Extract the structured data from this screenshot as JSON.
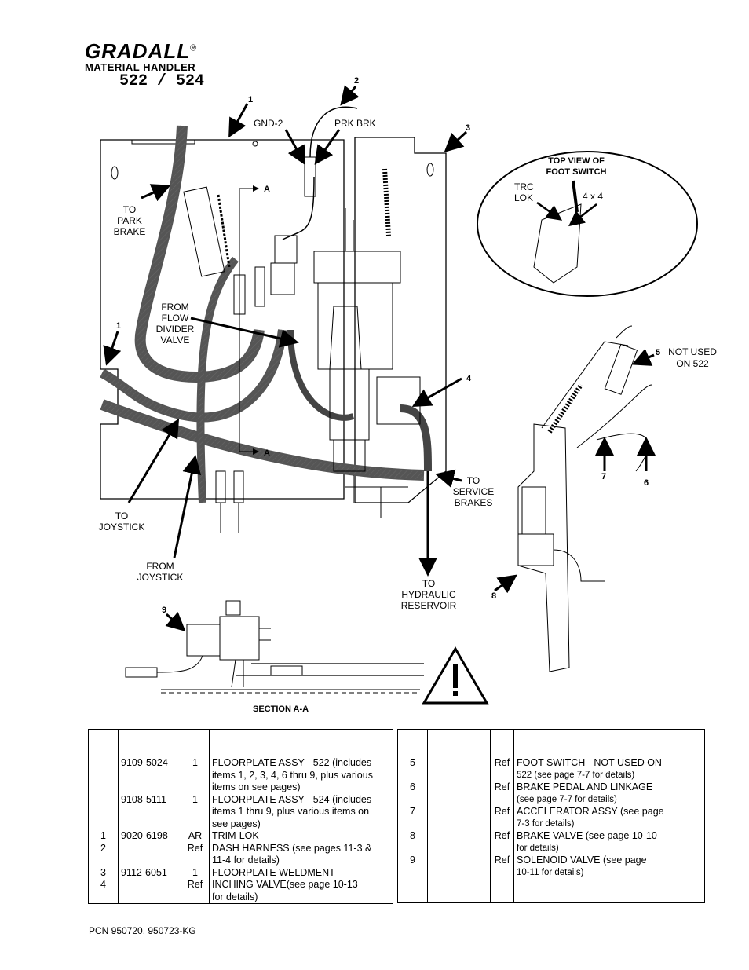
{
  "header": {
    "brand": "GRADALL",
    "registered": "®",
    "subtitle": "MATERIAL HANDLER",
    "model": "522 / 524"
  },
  "diagram": {
    "callouts": [
      "1",
      "2",
      "3",
      "1",
      "4",
      "5",
      "6",
      "7",
      "8",
      "9"
    ],
    "labels": {
      "gnd2": "GND-2",
      "prk_brk": "PRK BRK",
      "to_park_brake": [
        "TO",
        "PARK",
        "BRAKE"
      ],
      "from_flow_divider": [
        "FROM",
        "FLOW",
        "DIVIDER",
        "VALVE"
      ],
      "to_joystick": [
        "TO",
        "JOYSTICK"
      ],
      "from_joystick": [
        "FROM",
        "JOYSTICK"
      ],
      "to_service_brakes": [
        "TO",
        "SERVICE",
        "BRAKES"
      ],
      "to_hydraulic_reservoir": [
        "TO",
        "HYDRAULIC",
        "RESERVOIR"
      ],
      "not_used_on_522": [
        "NOT USED",
        "ON 522"
      ],
      "top_view": [
        "TOP VIEW OF",
        "FOOT SWITCH"
      ],
      "trc_lok": [
        "TRC",
        "LOK"
      ],
      "four_by_four": "4 x 4",
      "section_marker": "A",
      "section_title": "SECTION A-A"
    }
  },
  "parts_table": {
    "left_rows": [
      {
        "item": "",
        "part": "9109-5024",
        "qty": "1",
        "desc": [
          "FLOORPLATE ASSY  - 522  (includes",
          "items 1, 2, 3, 4, 6 thru 9, plus various",
          "items on see pages)"
        ]
      },
      {
        "item": "",
        "part": "9108-5111",
        "qty": "1",
        "desc": [
          "FLOORPLATE ASSY  - 524  (includes",
          "items 1 thru 9, plus various items on",
          "see pages)"
        ]
      },
      {
        "item": "1",
        "part": "9020-6198",
        "qty": "AR",
        "desc": [
          "TRIM-LOK"
        ]
      },
      {
        "item": "2",
        "part": "",
        "qty": "Ref",
        "desc": [
          "DASH HARNESS (see pages 11-3 &",
          "11-4 for  details)"
        ]
      },
      {
        "item": "3",
        "part": "9112-6051",
        "qty": "1",
        "desc": [
          "FLOORPLATE WELDMENT"
        ]
      },
      {
        "item": "4",
        "part": "",
        "qty": "Ref",
        "desc": [
          "INCHING VALVE(see page 10-13",
          "for details)"
        ]
      }
    ],
    "right_rows": [
      {
        "item": "5",
        "part": "",
        "qty": "Ref",
        "desc": [
          "FOOT SWITCH - NOT USED ON",
          "522 (see page 7-7 for details)"
        ]
      },
      {
        "item": "6",
        "part": "",
        "qty": "Ref",
        "desc": [
          "BRAKE PEDAL AND LINKAGE",
          "(see page 7-7 for details)"
        ]
      },
      {
        "item": "7",
        "part": "",
        "qty": "Ref",
        "desc": [
          "ACCELERATOR ASSY (see page",
          "7-3 for details)"
        ]
      },
      {
        "item": "8",
        "part": "",
        "qty": "Ref",
        "desc": [
          "BRAKE VALVE (see page 10-10",
          "for details)"
        ]
      },
      {
        "item": "9",
        "part": "",
        "qty": "Ref",
        "desc": [
          "SOLENOID VALVE (see page",
          "10-11 for details)"
        ]
      }
    ]
  },
  "footer": {
    "pcn": "PCN 950720, 950723-KG"
  }
}
